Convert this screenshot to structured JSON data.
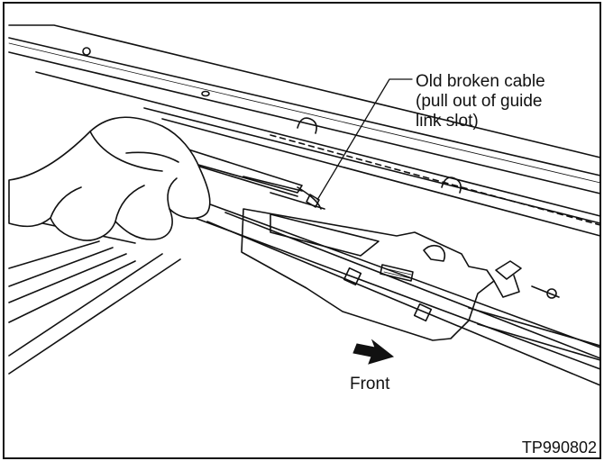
{
  "callout": {
    "lines": [
      "Old broken cable",
      "(pull out of guide",
      "link slot)"
    ]
  },
  "direction_label": "Front",
  "figure_code": "TP990802",
  "icons": {
    "arrow": "front-direction-arrow-icon",
    "hand": "gloved-hand-with-pliers"
  },
  "colors": {
    "line": "#111111",
    "background": "#ffffff"
  }
}
